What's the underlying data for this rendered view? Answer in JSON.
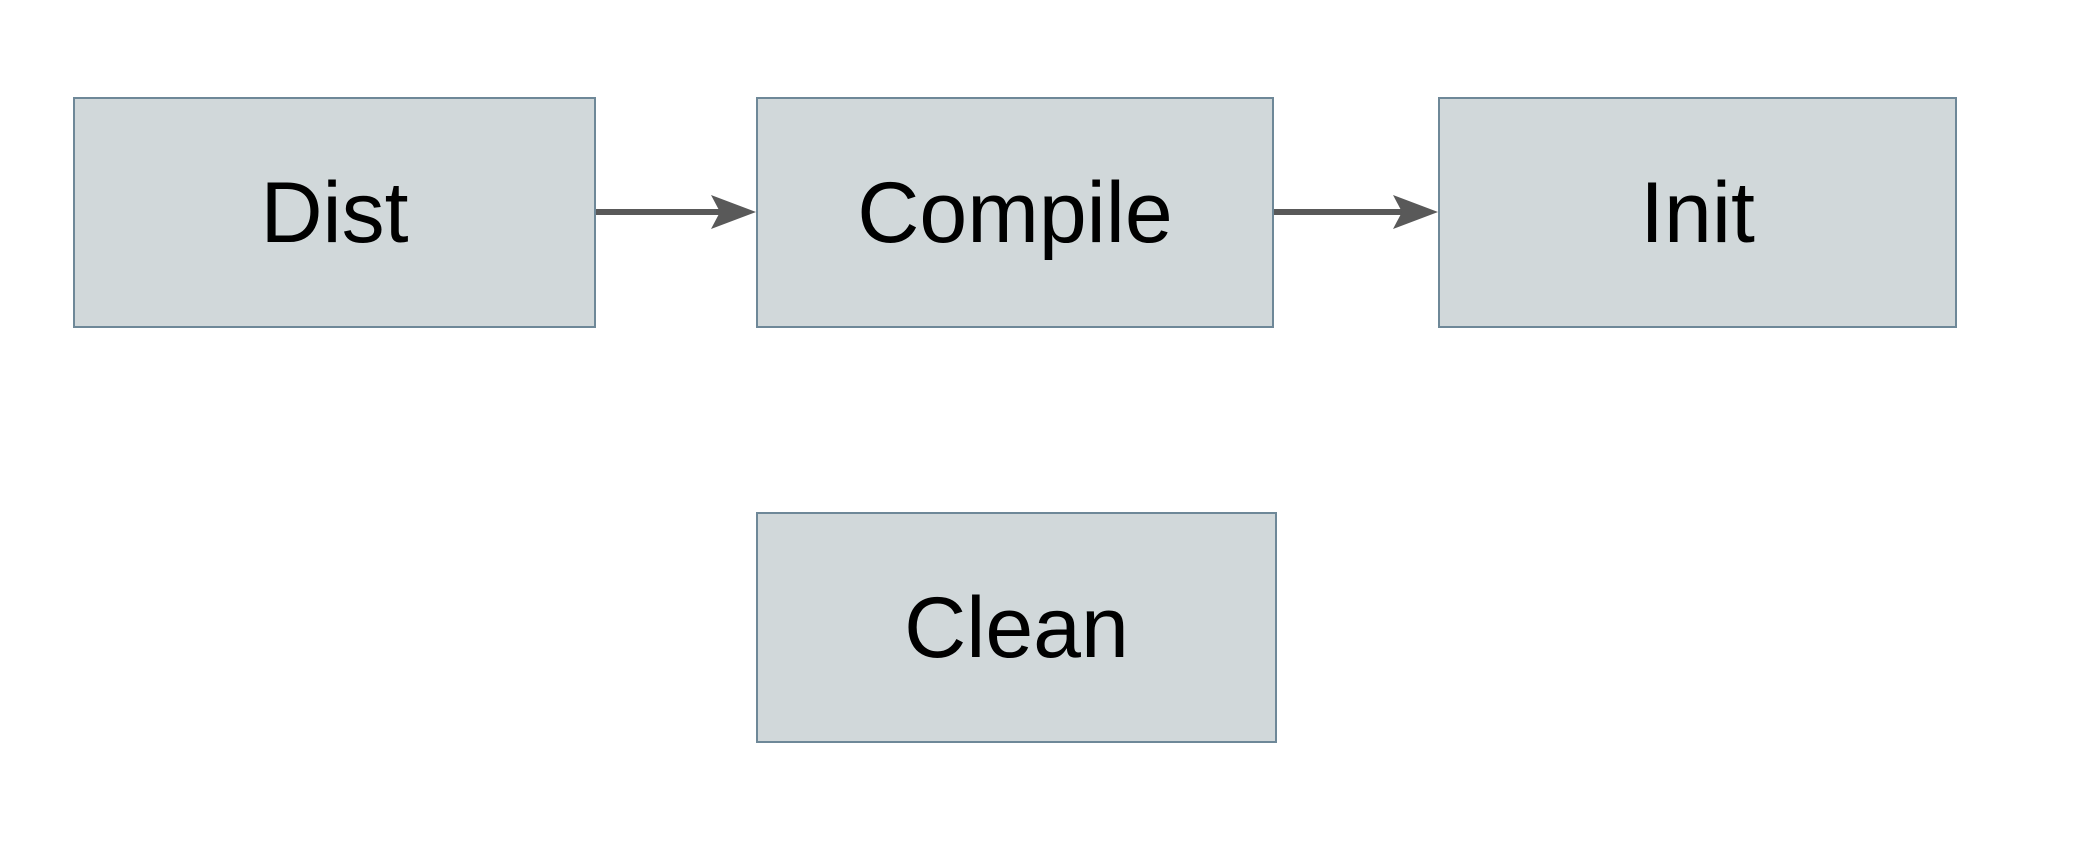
{
  "diagram": {
    "title": "build-targets-flowchart",
    "background_color": "#ffffff",
    "node_fill_color": "#d1d8da",
    "node_border_color": "#6e8898",
    "arrow_color": "#595959",
    "text_color": "#000000",
    "nodes": [
      {
        "id": "dist",
        "label": "Dist"
      },
      {
        "id": "compile",
        "label": "Compile"
      },
      {
        "id": "init",
        "label": "Init"
      },
      {
        "id": "clean",
        "label": "Clean"
      }
    ],
    "edges": [
      {
        "from": "Dist",
        "to": "Compile",
        "direction": "right"
      },
      {
        "from": "Compile",
        "to": "Init",
        "direction": "right"
      }
    ]
  }
}
